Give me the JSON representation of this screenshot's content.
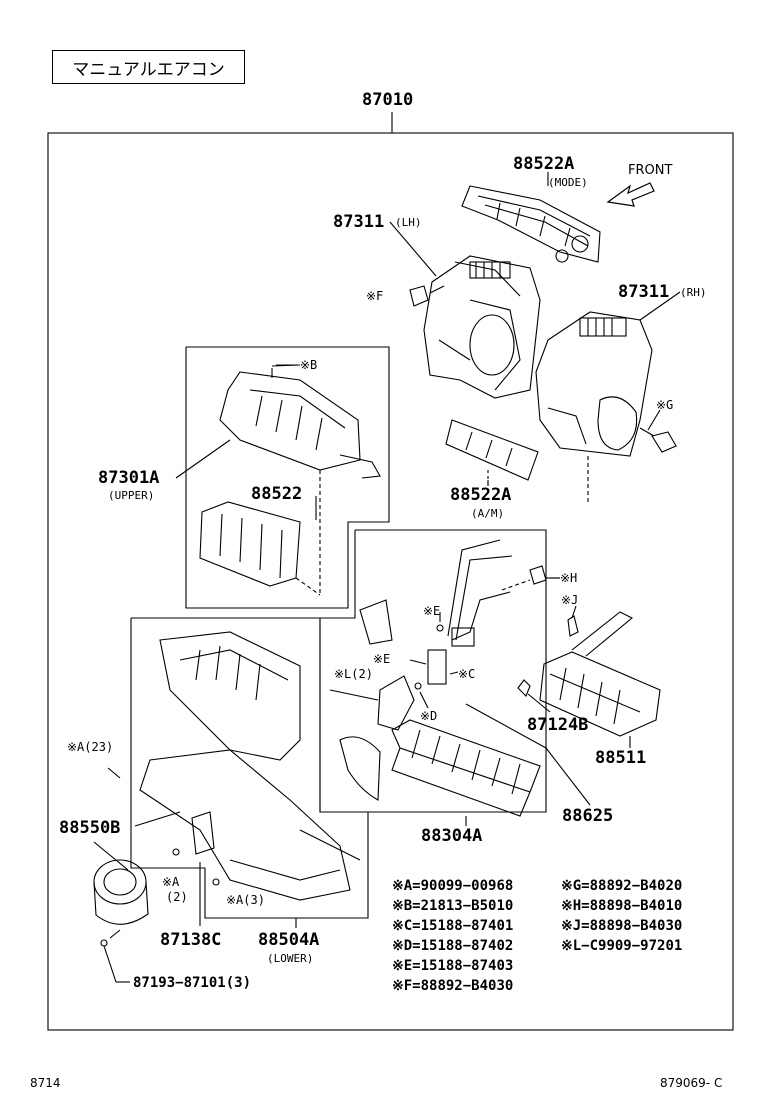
{
  "title": "マニュアルエアコン",
  "assembly": "87010",
  "front_label": "FRONT",
  "parts": {
    "p88522A_top": "88522A",
    "p88522A_top_sub": "(MODE)",
    "p87311_lh": "87311",
    "p87311_lh_sub": "(LH)",
    "p87311_rh": "87311",
    "p87311_rh_sub": "(RH)",
    "p87301A": "87301A",
    "p87301A_sub": "(UPPER)",
    "p88522": "88522",
    "p88522A_am": "88522A",
    "p88522A_am_sub": "(A/M)",
    "p87124B": "87124B",
    "p88511": "88511",
    "p88625": "88625",
    "p88304A": "88304A",
    "p88550B": "88550B",
    "p87138C": "87138C",
    "p88504A": "88504A",
    "p88504A_sub": "(LOWER)",
    "p87193": "87193−87101(3)"
  },
  "notes": {
    "F": "※F",
    "B": "※B",
    "G": "※G",
    "H": "※H",
    "J": "※J",
    "E1": "※E",
    "E2": "※E",
    "C": "※C",
    "L": "※L(2)",
    "D": "※D",
    "A23": "※A(23)",
    "A2_a": "※A",
    "A2_b": "(2)",
    "A3": "※A(3)"
  },
  "legend": [
    "※A=90099−00968",
    "※B=21813−B5010",
    "※C=15188−87401",
    "※D=15188−87402",
    "※E=15188−87403",
    "※F=88892−B4030",
    "※G=88892−B4020",
    "※H=88898−B4010",
    "※J=88898−B4030",
    "※L−C9909−97201"
  ],
  "footer": {
    "left": "8714",
    "right": "879069- C"
  }
}
